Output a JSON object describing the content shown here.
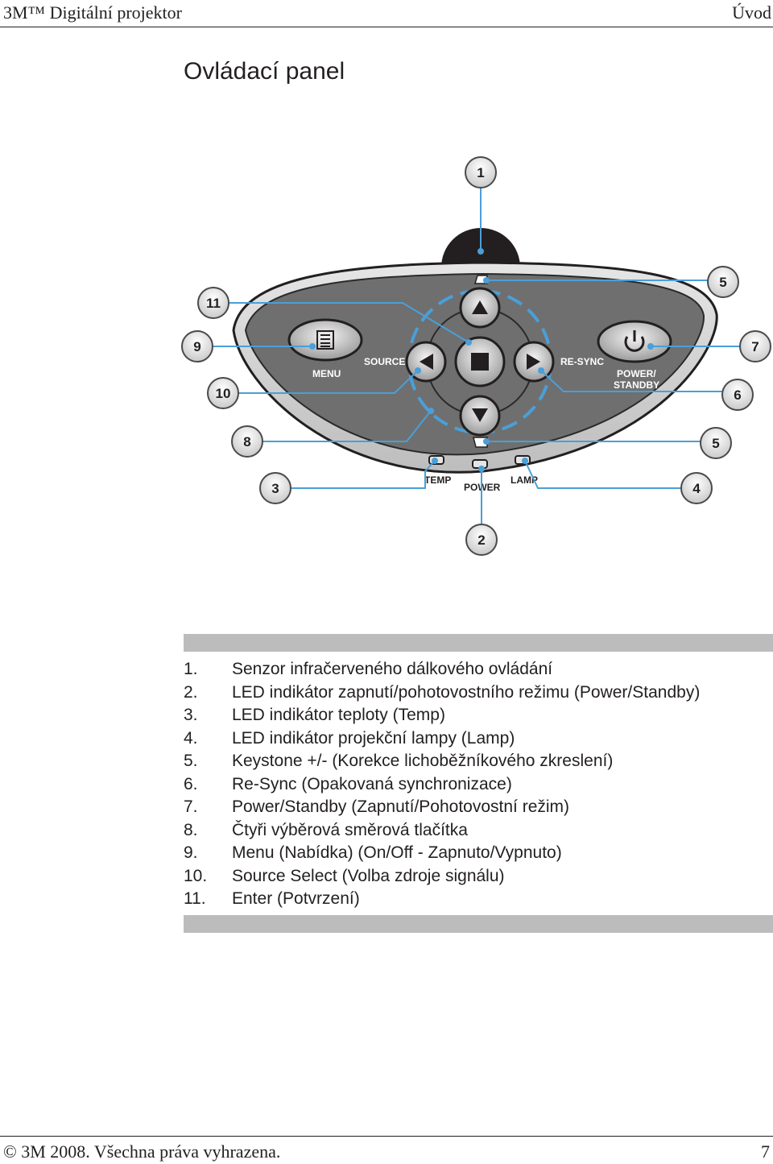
{
  "header": {
    "left": "3M™ Digitální projektor",
    "right": "Úvod"
  },
  "title": "Ovládací panel",
  "panel": {
    "labels": {
      "menu": "MENU",
      "source": "SOURCE",
      "resync": "RE-SYNC",
      "power_standby_1": "POWER/",
      "power_standby_2": "STANDBY",
      "temp": "TEMP",
      "power": "POWER",
      "lamp": "LAMP"
    },
    "icons": [
      "menu-icon",
      "power-icon",
      "arrow-up-icon",
      "arrow-down-icon",
      "arrow-left-icon",
      "arrow-right-icon",
      "enter-square-icon"
    ],
    "callouts": {
      "c1": "1",
      "c2": "2",
      "c3": "3",
      "c4": "4",
      "c5a": "5",
      "c5b": "5",
      "c6": "6",
      "c7": "7",
      "c8": "8",
      "c9": "9",
      "c10": "10",
      "c11": "11"
    },
    "colors": {
      "panel_dark": "#6f6f6f",
      "accent_blue": "#4a9fd8"
    }
  },
  "legend": [
    {
      "num": "1.",
      "text": "Senzor infračerveného dálkového ovládání"
    },
    {
      "num": "2.",
      "text": "LED indikátor zapnutí/pohotovostního režimu (Power/Standby)"
    },
    {
      "num": "3.",
      "text": "LED indikátor teploty (Temp)"
    },
    {
      "num": "4.",
      "text": "LED indikátor projekční lampy (Lamp)"
    },
    {
      "num": "5.",
      "text": "Keystone +/- (Korekce lichoběžníkového zkreslení)"
    },
    {
      "num": "6.",
      "text": "Re-Sync (Opakovaná synchronizace)"
    },
    {
      "num": "7.",
      "text": "Power/Standby (Zapnutí/Pohotovostní režim)"
    },
    {
      "num": "8.",
      "text": "Čtyři výběrová směrová tlačítka"
    },
    {
      "num": "9.",
      "text": "Menu (Nabídka) (On/Off - Zapnuto/Vypnuto)"
    },
    {
      "num": "10.",
      "text": "Source Select (Volba zdroje signálu)"
    },
    {
      "num": "11.",
      "text": "Enter (Potvrzení)"
    }
  ],
  "footer": {
    "left": "© 3M 2008. Všechna práva vyhrazena.",
    "right": "7"
  }
}
